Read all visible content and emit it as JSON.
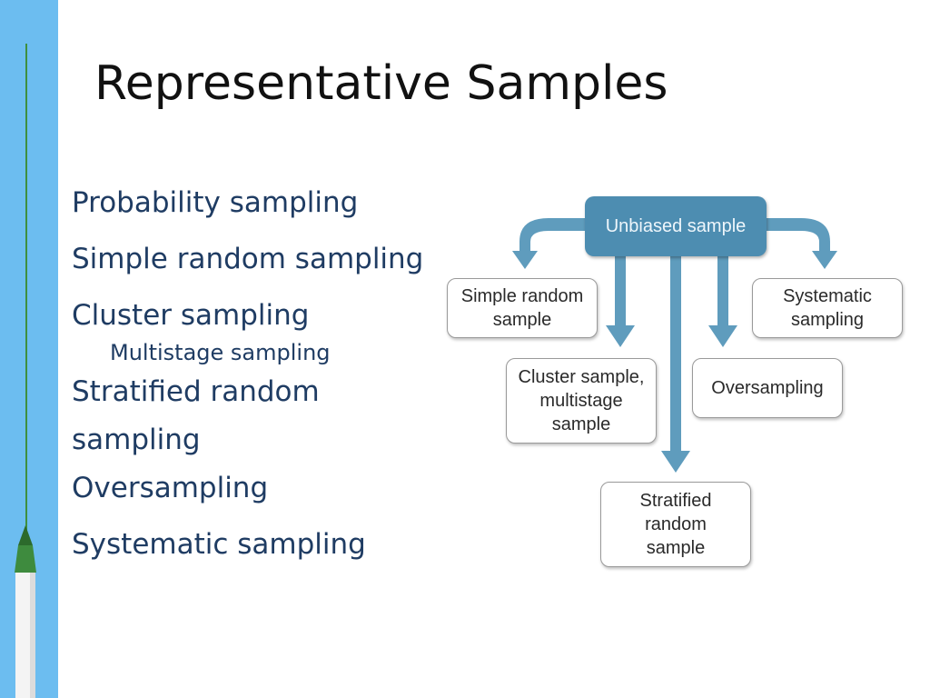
{
  "slide": {
    "title": "Representative Samples",
    "bullets": [
      "Probability sampling",
      "Simple random sampling",
      "Cluster sampling",
      "Multistage sampling",
      "Stratified random sampling",
      "Oversampling",
      "Systematic sampling"
    ]
  },
  "diagram": {
    "root": "Unbiased sample",
    "nodes": {
      "simple_random": "Simple random\nsample",
      "systematic": "Systematic\nsampling",
      "cluster": "Cluster sample,\nmultistage\nsample",
      "oversampling": "Oversampling",
      "stratified": "Stratified\nrandom\nsample"
    },
    "colors": {
      "arrow": "#5f9cbd",
      "root": "#4d8db1",
      "sidebar": "#6cbdf0",
      "bullet_text": "#1f3c63"
    }
  }
}
